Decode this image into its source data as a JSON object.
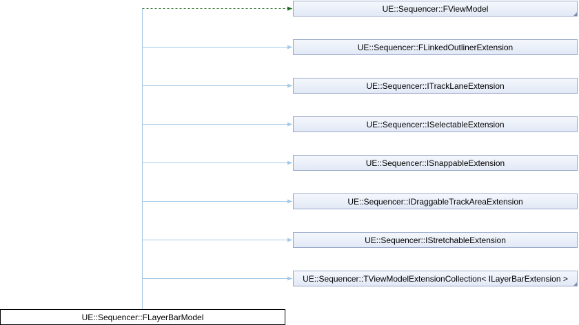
{
  "diagram": {
    "derived_class": {
      "name": "UE::Sequencer::FLayerBarModel"
    },
    "base_classes": [
      {
        "name": "UE::Sequencer::FViewModel",
        "relation": "dashed",
        "has_more": true
      },
      {
        "name": "UE::Sequencer::FLinkedOutlinerExtension",
        "relation": "solid",
        "has_more": false
      },
      {
        "name": "UE::Sequencer::ITrackLaneExtension",
        "relation": "solid",
        "has_more": false
      },
      {
        "name": "UE::Sequencer::ISelectableExtension",
        "relation": "solid",
        "has_more": false
      },
      {
        "name": "UE::Sequencer::ISnappableExtension",
        "relation": "solid",
        "has_more": false
      },
      {
        "name": "UE::Sequencer::IDraggableTrackAreaExtension",
        "relation": "solid",
        "has_more": false
      },
      {
        "name": "UE::Sequencer::IStretchableExtension",
        "relation": "solid",
        "has_more": false
      },
      {
        "name": "UE::Sequencer::TViewModelExtensionCollection< ILayerBarExtension >",
        "relation": "solid",
        "has_more": true
      }
    ],
    "colors": {
      "solid_edge": "#a4c8e6",
      "dashed_edge": "#1e6a1e"
    }
  }
}
